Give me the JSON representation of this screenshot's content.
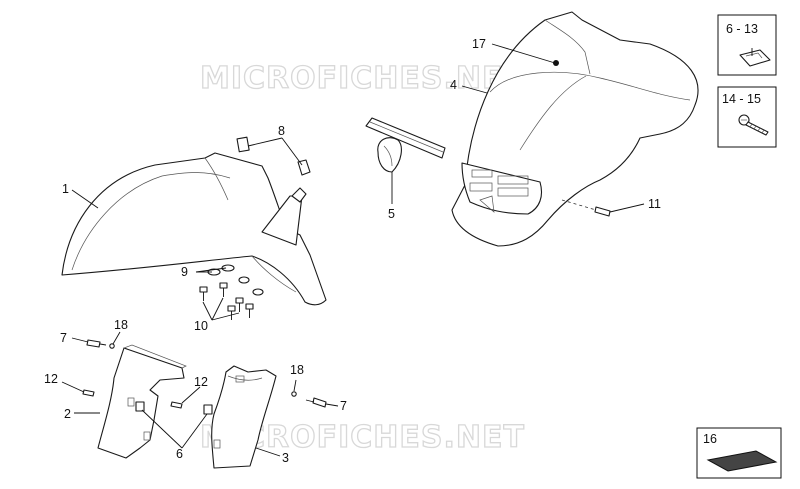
{
  "watermark": "MICROFICHES.NET",
  "callouts": {
    "c1": "1",
    "c2": "2",
    "c3": "3",
    "c4": "4",
    "c5": "5",
    "c6": "6",
    "c7a": "7",
    "c7b": "7",
    "c8": "8",
    "c9": "9",
    "c10": "10",
    "c11": "11",
    "c12a": "12",
    "c12b": "12",
    "c17": "17",
    "c18a": "18",
    "c18b": "18"
  },
  "insets": {
    "clip": "6 - 13",
    "screw": "14 - 15",
    "pad": "16"
  },
  "colors": {
    "line": "#1a1a1a",
    "watermark": "#d8d8d8",
    "background": "#ffffff"
  }
}
